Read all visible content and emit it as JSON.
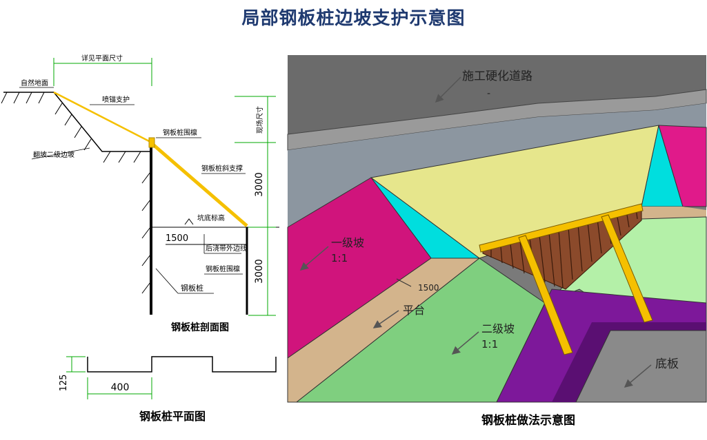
{
  "title": "局部钢板桩边坡支护示意图",
  "section": {
    "caption": "钢板桩剖面图",
    "label_plan_size": "详见平面尺寸",
    "label_natural_ground": "自然地面",
    "label_shotcrete": "喷锚支护",
    "label_pile_top_beam": "钢板桩围檩",
    "label_slope_edge": "翻坡二级边坡",
    "label_diagonal_brace": "钢板桩斜支撑",
    "label_pit_bottom": "坑底标高",
    "label_pour_edge": "后浇带外边线",
    "label_pile_beam": "钢板桩围檩",
    "label_pile": "钢板桩",
    "dim_top": "现场尺寸",
    "dim_mid": "3000",
    "dim_bottom": "3000",
    "dim_platform": "1500"
  },
  "plan": {
    "caption": "钢板桩平面图",
    "dim_height": "125",
    "dim_width": "400"
  },
  "iso": {
    "caption": "钢板桩做法示意图",
    "label_road": "施工硬化道路",
    "label_dash": "-",
    "label_slope1": "一级坡",
    "label_slope1_ratio": "1:1",
    "label_platform": "平台",
    "label_slope2": "二级坡",
    "label_slope2_ratio": "1:1",
    "label_width": "1500",
    "label_base": "底板"
  },
  "colors": {
    "title": "#1f3a70",
    "road": "#7f7f7f",
    "top_face": "#e6e68c",
    "magenta": "#d0147c",
    "cyan": "#00dede",
    "tan": "#d3b48c",
    "green": "#7fcf7f",
    "light_green": "#b4f0a8",
    "purple": "#7d189a",
    "brace": "#f5c000",
    "dim_green": "#00aa00"
  }
}
